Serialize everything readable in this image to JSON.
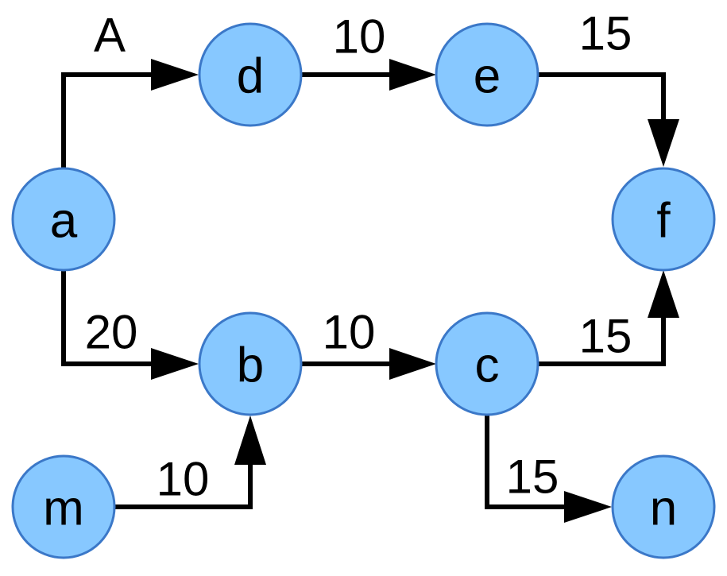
{
  "nodes": {
    "a": "a",
    "b": "b",
    "c": "c",
    "d": "d",
    "e": "e",
    "f": "f",
    "m": "m",
    "n": "n"
  },
  "edges": {
    "a_d": {
      "from": "a",
      "to": "d",
      "label": "A"
    },
    "a_b": {
      "from": "a",
      "to": "b",
      "label": "20"
    },
    "d_e": {
      "from": "d",
      "to": "e",
      "label": "10"
    },
    "e_f": {
      "from": "e",
      "to": "f",
      "label": "15"
    },
    "b_c": {
      "from": "b",
      "to": "c",
      "label": "10"
    },
    "c_f": {
      "from": "c",
      "to": "f",
      "label": "15"
    },
    "m_b": {
      "from": "m",
      "to": "b",
      "label": "10"
    },
    "c_n": {
      "from": "c",
      "to": "n",
      "label": "15"
    }
  },
  "colors": {
    "node_fill": "#87c8ff",
    "node_stroke": "#3b78c8",
    "edge": "#000000"
  }
}
